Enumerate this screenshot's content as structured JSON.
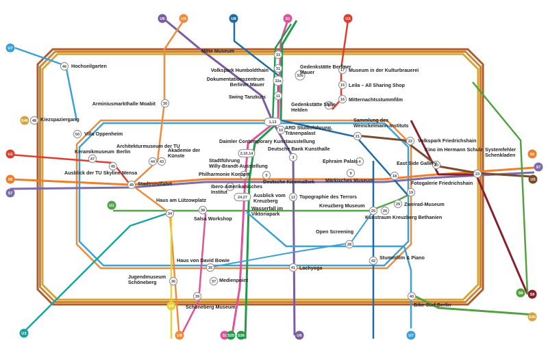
{
  "colors": {
    "S1": "#e0529a",
    "S2": "#1e9a4a",
    "S25": "#1e9a4a",
    "S26": "#1e9a4a",
    "S3": "#2c6db3",
    "S41": "#b05a2a",
    "S42": "#c9873a",
    "S45": "#d8a23b",
    "S46": "#d8a23b",
    "S47": "#8a6a2a",
    "S5": "#f07d27",
    "S7": "#7a6aae",
    "S75": "#7a6aae",
    "S8": "#52a140",
    "S85": "#52a140",
    "S9": "#8a1f2e",
    "U1": "#54a34a",
    "U2": "#e23b2b",
    "U3": "#18a3a0",
    "U4": "#e3d23a",
    "U5": "#7b4a2a",
    "U6": "#7a5ca0",
    "U7": "#3aa0d8",
    "U8": "#1f6ba6",
    "U9": "#f08a3c"
  },
  "line_badges": [
    {
      "id": "U6",
      "label": "U6",
      "color": "#7a5ca0"
    },
    {
      "id": "U9",
      "label": "U9",
      "color": "#f08a3c"
    },
    {
      "id": "U8",
      "label": "U8",
      "color": "#1f6ba6"
    },
    {
      "id": "S1",
      "label": "S1",
      "color": "#e0529a"
    },
    {
      "id": "U2",
      "label": "U2",
      "color": "#e23b2b"
    },
    {
      "id": "U7",
      "label": "U7",
      "color": "#3aa0d8"
    },
    {
      "id": "S46",
      "label": "S46",
      "color": "#d8a23b"
    },
    {
      "id": "U2w",
      "label": "U2",
      "color": "#e23b2b"
    },
    {
      "id": "S5",
      "label": "S5",
      "color": "#f07d27"
    },
    {
      "id": "S7",
      "label": "S7",
      "color": "#7a6aae"
    },
    {
      "id": "U1",
      "label": "U1",
      "color": "#54a34a"
    },
    {
      "id": "S5e",
      "label": "S5",
      "color": "#f07d27"
    },
    {
      "id": "S7e",
      "label": "S7",
      "color": "#7a6aae"
    },
    {
      "id": "U5",
      "label": "U5",
      "color": "#7b4a2a"
    },
    {
      "id": "S8",
      "label": "S8",
      "color": "#52a140"
    },
    {
      "id": "S9",
      "label": "S9",
      "color": "#8a1f2e"
    },
    {
      "id": "S46e",
      "label": "S46",
      "color": "#d8a23b"
    },
    {
      "id": "U3",
      "label": "U3",
      "color": "#18a3a0"
    },
    {
      "id": "U9s",
      "label": "U9",
      "color": "#f08a3c"
    },
    {
      "id": "S1s",
      "label": "S1",
      "color": "#e0529a"
    },
    {
      "id": "U4",
      "label": "U4",
      "color": "#e3d23a"
    },
    {
      "id": "S25",
      "label": "S25",
      "color": "#1e9a4a"
    },
    {
      "id": "S26",
      "label": "S26",
      "color": "#1e9a4a"
    },
    {
      "id": "U6s",
      "label": "U6",
      "color": "#7a5ca0"
    },
    {
      "id": "U7s",
      "label": "U7",
      "color": "#3aa0d8"
    }
  ],
  "stations": [
    {
      "id": "33",
      "num": "33",
      "label": "Mitte Museum"
    },
    {
      "id": "46",
      "num": "46",
      "label": "Hochseilgarten"
    },
    {
      "id": "31",
      "num": "31",
      "label": "Volkspark Humboldthain"
    },
    {
      "id": "32a",
      "num": "32a",
      "label": "Dokumentationszentrum Berliner Mauer"
    },
    {
      "id": "32b",
      "num": "32b",
      "label": "Gedenkstätte Berliner Mauer"
    },
    {
      "id": "17",
      "num": "17",
      "label": "Museum in der Kulturbrauerei"
    },
    {
      "id": "15",
      "num": "15",
      "label": "Leila – All Sharing Shop"
    },
    {
      "id": "16",
      "num": "16",
      "label": "Mitternachtsstummfilm"
    },
    {
      "id": "11",
      "num": "11",
      "label": "Swing Tanzkurs"
    },
    {
      "id": "6",
      "num": "6",
      "label": "Gedenkstätte Stille Helden"
    },
    {
      "id": "30",
      "num": "30",
      "label": "Arminiusmarkthalle Moabit"
    },
    {
      "id": "48",
      "num": "48",
      "label": "Kiezspaziergang"
    },
    {
      "id": "50",
      "num": "50",
      "label": "Villa Oppenheim"
    },
    {
      "id": "113",
      "num": "1,13",
      "label": ""
    },
    {
      "id": "10",
      "num": "10",
      "label": "ARD Studioführung, Tränenpalast"
    },
    {
      "id": "21",
      "num": "21",
      "label": "Sammlung des Weinckelmann-Instituts"
    },
    {
      "id": "22",
      "num": "22",
      "label": "Volkspark Friedrichshain"
    },
    {
      "id": "20",
      "num": "20",
      "label": "Kino im Hermann Schulz"
    },
    {
      "id": "23",
      "num": "23",
      "label": "Systemfehler Schenkladen"
    },
    {
      "id": "21014",
      "num": "2,10,14",
      "label": "Daimler Contemporary Kunstausstellung"
    },
    {
      "id": "3",
      "num": "3",
      "label": "Deutsche Bank Kunsthalle"
    },
    {
      "id": "4",
      "num": "4",
      "label": "Ephraim Palais"
    },
    {
      "id": "47",
      "num": "47",
      "label": "Keramikmuseum"
    },
    {
      "id": "44",
      "num": "44",
      "label": "Architekturmuseum der TU Berlin"
    },
    {
      "id": "43",
      "num": "43",
      "label": "Akademie der Künste"
    },
    {
      "id": "45",
      "num": "45",
      "label": "Ausblick der TU Skyline Mensa"
    },
    {
      "id": "49",
      "num": "49",
      "label": "Stadtrundfahrt"
    },
    {
      "id": "8",
      "num": "8",
      "label": "Stadtführung Willy-Brandt-Ausstellung"
    },
    {
      "id": "8b",
      "num": "",
      "label": "Philharmonie Konzert"
    },
    {
      "id": "5",
      "num": "5",
      "label": "Deutsche Kinemathek"
    },
    {
      "id": "9",
      "num": "9",
      "label": "Märkisches Museum"
    },
    {
      "id": "18",
      "num": "18",
      "label": "East Side Gallery"
    },
    {
      "id": "19",
      "num": "19",
      "label": "Fotogalerie Friedrichshain"
    },
    {
      "id": "7",
      "num": "7",
      "label": "Ibero-Amerikanisches Institut"
    },
    {
      "id": "2427",
      "num": "24,27",
      "label": "Ausblick vom Kreuzberg"
    },
    {
      "id": "12",
      "num": "12",
      "label": "Topographie des Terrors"
    },
    {
      "id": "29",
      "num": "29",
      "label": "Zweirad-Museum"
    },
    {
      "id": "25",
      "num": "25",
      "label": "Kreuzberg Museum"
    },
    {
      "id": "26",
      "num": "26",
      "label": "Kunstraum Kreuzberg Bethanien"
    },
    {
      "id": "34",
      "num": "34",
      "label": "Haus am Lützowplatz"
    },
    {
      "id": "38",
      "num": "38",
      "label": "Salsa Workshop"
    },
    {
      "id": "wf",
      "num": "",
      "label": "Wasserfall im Viktoriapark"
    },
    {
      "id": "28",
      "num": "28",
      "label": "Open Screening"
    },
    {
      "id": "35",
      "num": "35",
      "label": "Haus von David Bowie"
    },
    {
      "id": "42",
      "num": "42",
      "label": "Stummfilm & Piano"
    },
    {
      "id": "41",
      "num": "41",
      "label": "Lachyoga"
    },
    {
      "id": "36",
      "num": "36",
      "label": "Jugendmuseum Schöneberg"
    },
    {
      "id": "37",
      "num": "37",
      "label": "Medienpoint"
    },
    {
      "id": "39",
      "num": "39",
      "label": "Schöneberg Museum"
    },
    {
      "id": "40",
      "num": "40",
      "label": "Bike-Surf Berlin"
    }
  ]
}
